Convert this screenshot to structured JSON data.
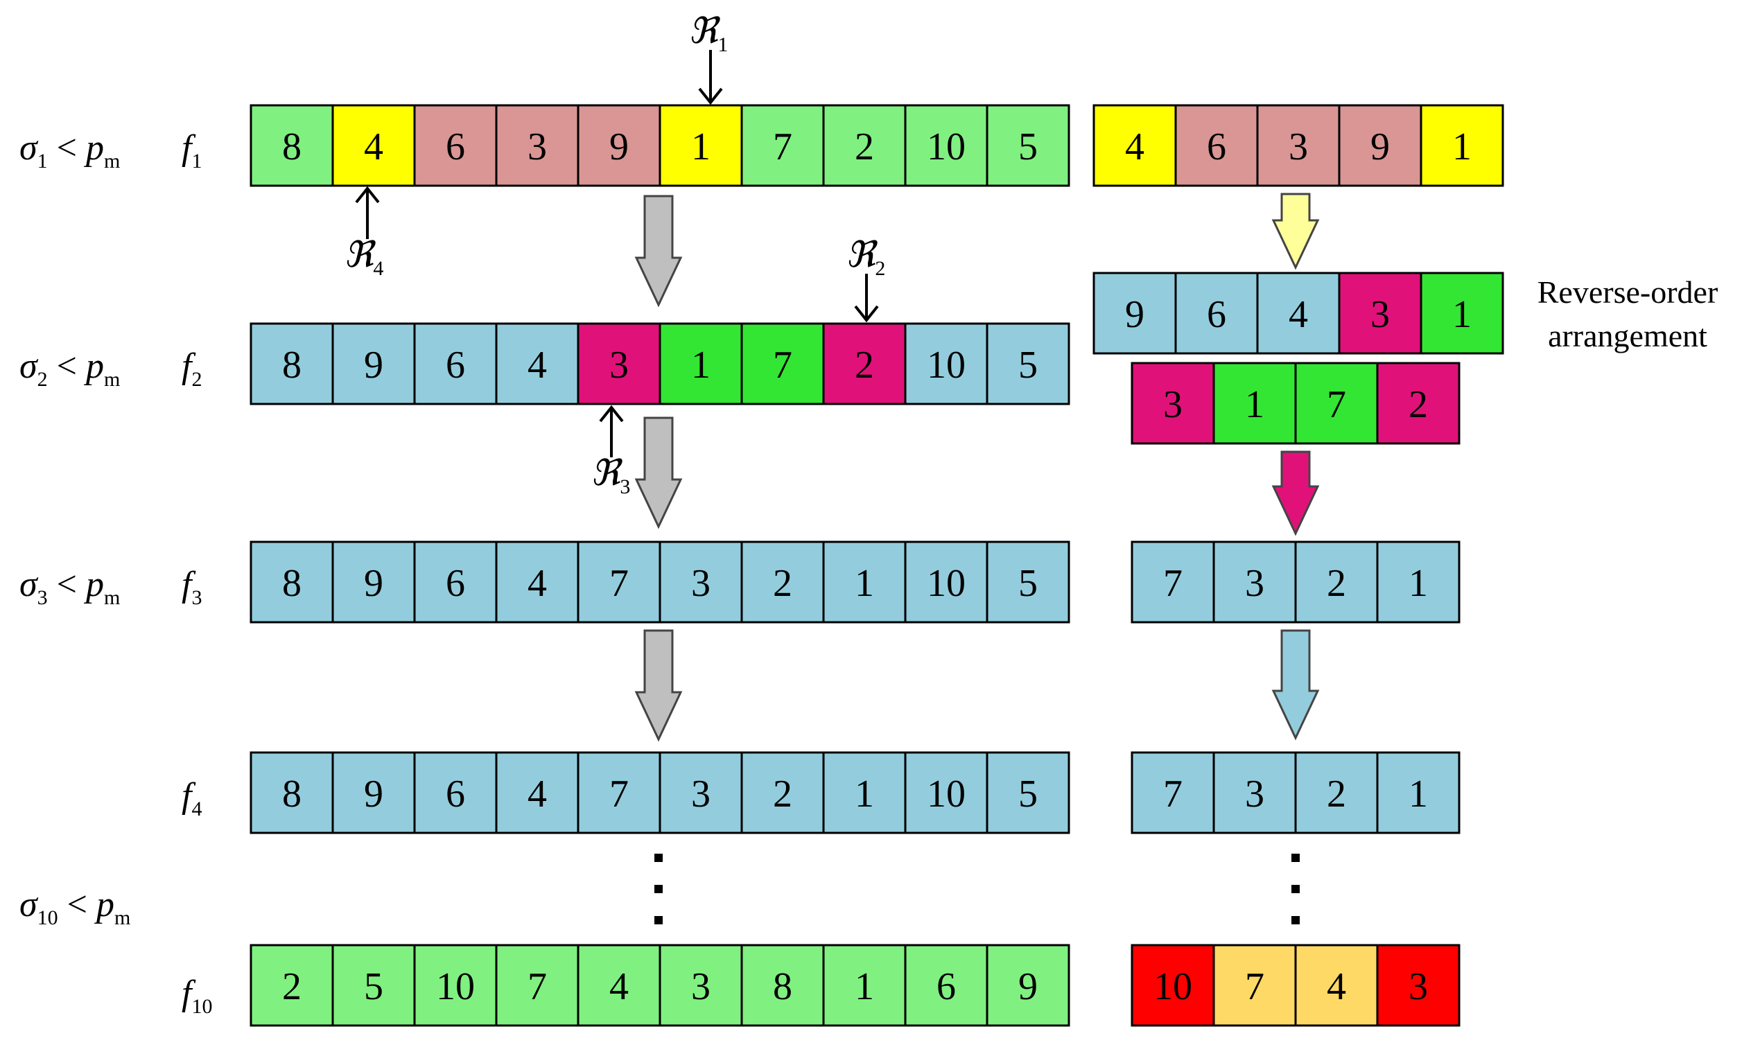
{
  "colors": {
    "green": "#80f080",
    "yellow": "#ffff00",
    "rose": "#d99694",
    "blue": "#93cddd",
    "magenta": "#e0127a",
    "bright_green": "#33e633",
    "red": "#ff0000",
    "peach": "#ffd966",
    "arrow_gray": "#bfbfbf",
    "arrow_yellow": "#ffff99",
    "arrow_magenta": "#e0127a",
    "arrow_blue": "#93cddd"
  },
  "rows": [
    {
      "cond": {
        "sym": "σ",
        "sub": "1",
        "rest": " < ",
        "p": "p",
        "psub": "m"
      },
      "f": {
        "sym": "f",
        "sub": "1"
      },
      "cells": [
        [
          "8",
          "green"
        ],
        [
          "4",
          "yellow"
        ],
        [
          "6",
          "rose"
        ],
        [
          "3",
          "rose"
        ],
        [
          "9",
          "rose"
        ],
        [
          "1",
          "yellow"
        ],
        [
          "7",
          "green"
        ],
        [
          "2",
          "green"
        ],
        [
          "10",
          "green"
        ],
        [
          "5",
          "green"
        ]
      ]
    },
    {
      "cond": {
        "sym": "σ",
        "sub": "2",
        "rest": " < ",
        "p": "p",
        "psub": "m"
      },
      "f": {
        "sym": "f",
        "sub": "2"
      },
      "cells": [
        [
          "8",
          "blue"
        ],
        [
          "9",
          "blue"
        ],
        [
          "6",
          "blue"
        ],
        [
          "4",
          "blue"
        ],
        [
          "3",
          "magenta"
        ],
        [
          "1",
          "bright_green"
        ],
        [
          "7",
          "bright_green"
        ],
        [
          "2",
          "magenta"
        ],
        [
          "10",
          "blue"
        ],
        [
          "5",
          "blue"
        ]
      ]
    },
    {
      "cond": {
        "sym": "σ",
        "sub": "3",
        "rest": " < ",
        "p": "p",
        "psub": "m"
      },
      "f": {
        "sym": "f",
        "sub": "3"
      },
      "cells": [
        [
          "8",
          "blue"
        ],
        [
          "9",
          "blue"
        ],
        [
          "6",
          "blue"
        ],
        [
          "4",
          "blue"
        ],
        [
          "7",
          "blue"
        ],
        [
          "3",
          "blue"
        ],
        [
          "2",
          "blue"
        ],
        [
          "1",
          "blue"
        ],
        [
          "10",
          "blue"
        ],
        [
          "5",
          "blue"
        ]
      ]
    },
    {
      "cond": null,
      "f": {
        "sym": "f",
        "sub": "4"
      },
      "cells": [
        [
          "8",
          "blue"
        ],
        [
          "9",
          "blue"
        ],
        [
          "6",
          "blue"
        ],
        [
          "4",
          "blue"
        ],
        [
          "7",
          "blue"
        ],
        [
          "3",
          "blue"
        ],
        [
          "2",
          "blue"
        ],
        [
          "1",
          "blue"
        ],
        [
          "10",
          "blue"
        ],
        [
          "5",
          "blue"
        ]
      ]
    },
    {
      "cond": {
        "sym": "σ",
        "sub": "10",
        "rest": " < ",
        "p": "p",
        "psub": "m"
      },
      "f": {
        "sym": "f",
        "sub": "10"
      },
      "cells": [
        [
          "2",
          "green"
        ],
        [
          "5",
          "green"
        ],
        [
          "10",
          "green"
        ],
        [
          "7",
          "green"
        ],
        [
          "4",
          "green"
        ],
        [
          "3",
          "green"
        ],
        [
          "8",
          "green"
        ],
        [
          "1",
          "green"
        ],
        [
          "6",
          "green"
        ],
        [
          "9",
          "green"
        ]
      ]
    }
  ],
  "right_rows": [
    {
      "id": "r1",
      "cells": [
        [
          "4",
          "yellow"
        ],
        [
          "6",
          "rose"
        ],
        [
          "3",
          "rose"
        ],
        [
          "9",
          "rose"
        ],
        [
          "1",
          "yellow"
        ]
      ]
    },
    {
      "id": "r2",
      "cells": [
        [
          "9",
          "blue"
        ],
        [
          "6",
          "blue"
        ],
        [
          "4",
          "blue"
        ],
        [
          "3",
          "magenta"
        ],
        [
          "1",
          "bright_green"
        ]
      ]
    },
    {
      "id": "r3",
      "cells": [
        [
          "3",
          "magenta"
        ],
        [
          "1",
          "bright_green"
        ],
        [
          "7",
          "bright_green"
        ],
        [
          "2",
          "magenta"
        ]
      ]
    },
    {
      "id": "r4",
      "cells": [
        [
          "7",
          "blue"
        ],
        [
          "3",
          "blue"
        ],
        [
          "2",
          "blue"
        ],
        [
          "1",
          "blue"
        ]
      ]
    },
    {
      "id": "r5",
      "cells": [
        [
          "7",
          "blue"
        ],
        [
          "3",
          "blue"
        ],
        [
          "2",
          "blue"
        ],
        [
          "1",
          "blue"
        ]
      ]
    },
    {
      "id": "r6",
      "cells": [
        [
          "10",
          "red"
        ],
        [
          "7",
          "peach"
        ],
        [
          "4",
          "peach"
        ],
        [
          "3",
          "red"
        ]
      ]
    }
  ],
  "markers": [
    {
      "sym": "ℜ",
      "sub": "1"
    },
    {
      "sym": "ℜ",
      "sub": "2"
    },
    {
      "sym": "ℜ",
      "sub": "3"
    },
    {
      "sym": "ℜ",
      "sub": "4"
    }
  ],
  "note": {
    "line1": "Reverse-order",
    "line2": "arrangement"
  }
}
